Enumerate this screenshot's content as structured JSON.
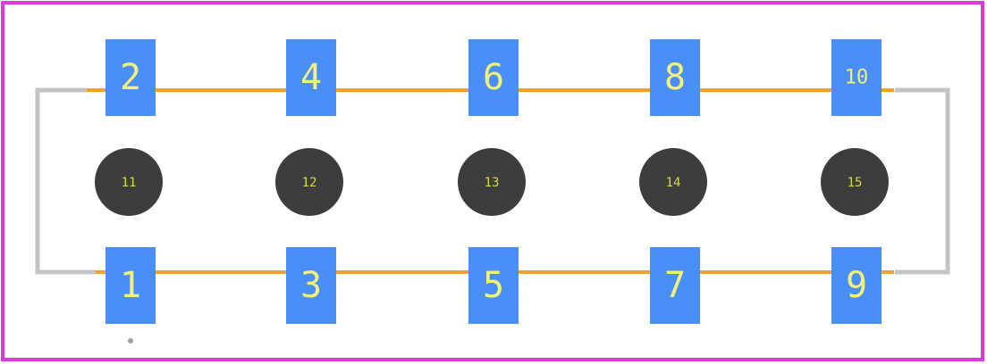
{
  "colors": {
    "board_outline": "#e535e5",
    "pad_fill": "#4a8ef7",
    "pad_text": "#f2f27a",
    "trace": "#f5a028",
    "hole_fill": "#3d3d3d",
    "hole_text": "#d8d84a",
    "silkscreen": "#c4c4c4",
    "pin1_marker": "#a0a0a0"
  },
  "pads_top": [
    {
      "label": "2"
    },
    {
      "label": "4"
    },
    {
      "label": "6"
    },
    {
      "label": "8"
    },
    {
      "label": "10"
    }
  ],
  "pads_bottom": [
    {
      "label": "1"
    },
    {
      "label": "3"
    },
    {
      "label": "5"
    },
    {
      "label": "7"
    },
    {
      "label": "9"
    }
  ],
  "holes": [
    {
      "label": "11"
    },
    {
      "label": "12"
    },
    {
      "label": "13"
    },
    {
      "label": "14"
    },
    {
      "label": "15"
    }
  ]
}
